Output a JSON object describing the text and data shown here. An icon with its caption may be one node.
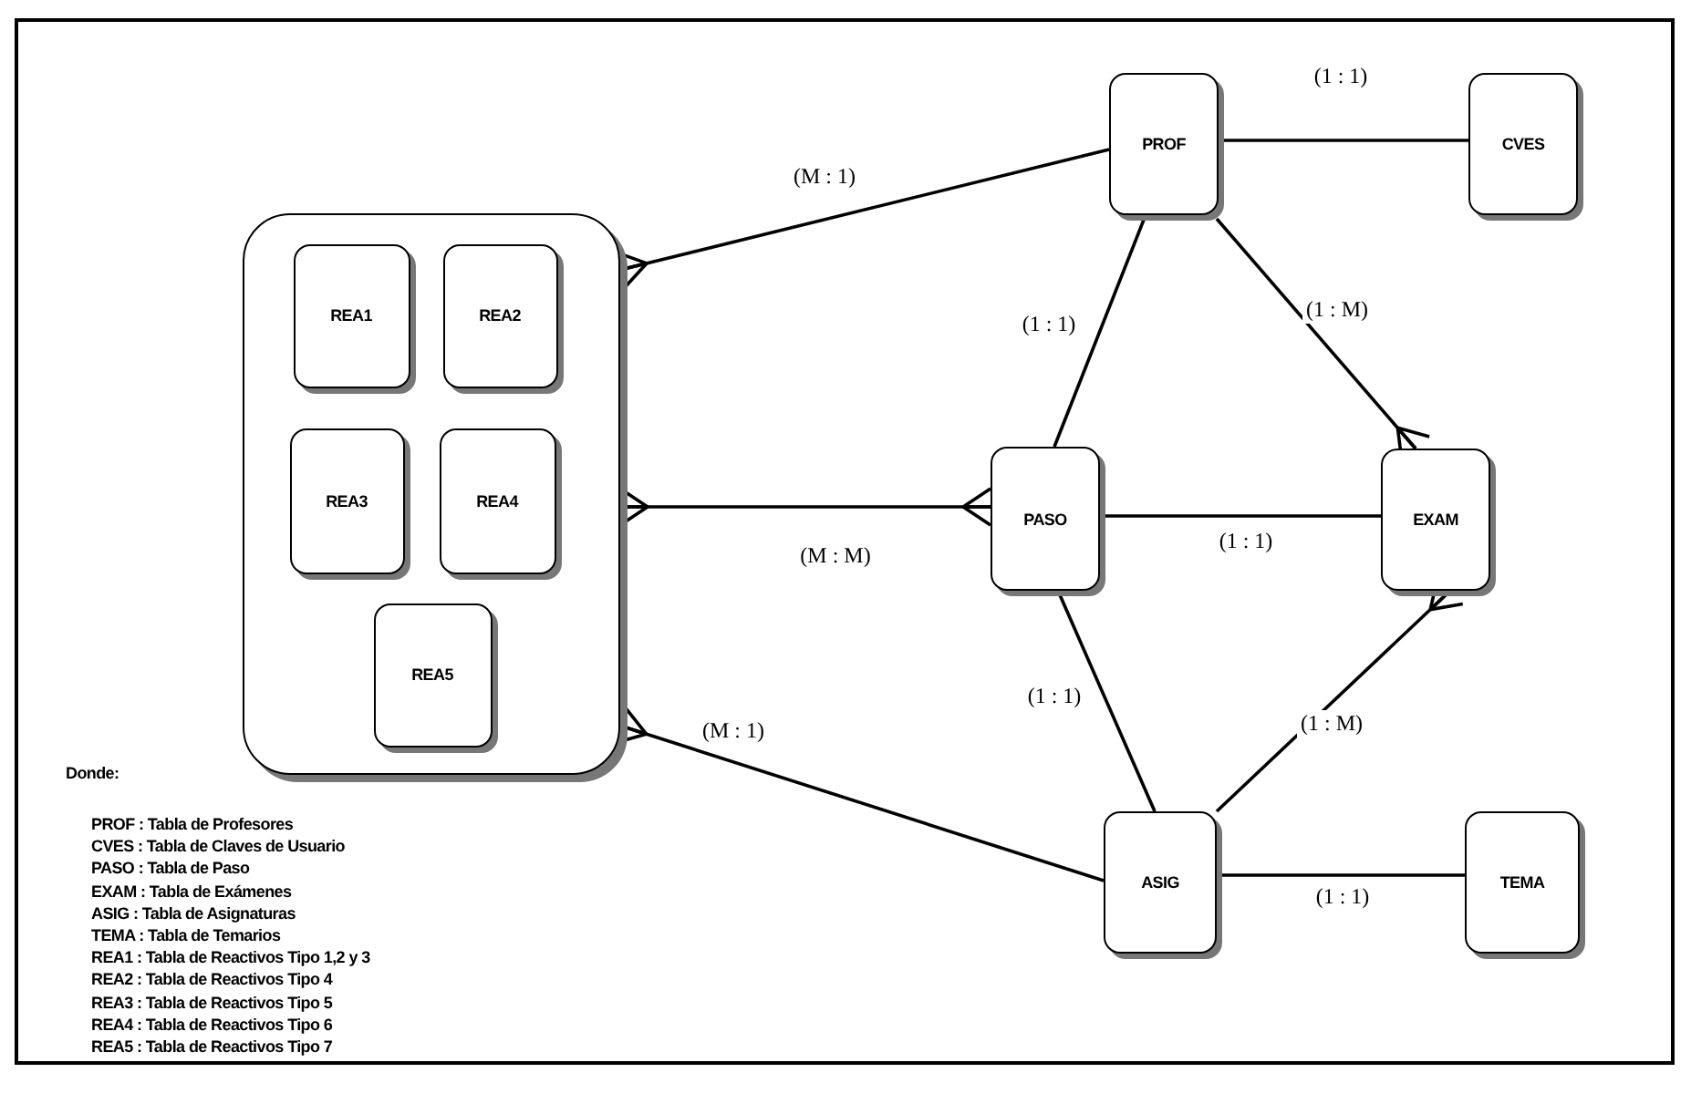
{
  "diagram": {
    "nodes": [
      {
        "text": [],
        "shape": "box"
      },
      {
        "text": [
          "REA1"
        ],
        "in": 0
      },
      {
        "text": [
          "REA2"
        ],
        "in": 0
      },
      {
        "text": [
          "REA3"
        ],
        "in": 0
      },
      {
        "text": [
          "REA4"
        ],
        "in": 0
      },
      {
        "text": [
          "REA5"
        ],
        "in": 0
      },
      {
        "text": [
          "PROF"
        ]
      },
      {
        "text": [
          "CVES"
        ]
      },
      {
        "text": [
          "PASO"
        ]
      },
      {
        "text": [
          "EXAM"
        ]
      },
      {
        "text": [
          "ASIG"
        ]
      },
      {
        "text": [
          "TEMA"
        ]
      }
    ],
    "edges": [
      {
        "from": 6,
        "to": 0,
        "arrow": "other",
        "label": "(M : 1)"
      },
      {
        "from": 0,
        "to": 8,
        "arrow": "other",
        "label": "(M : M)"
      },
      {
        "from": 10,
        "to": 0,
        "arrow": "other",
        "label": "(M : 1)"
      },
      {
        "from": 6,
        "to": 7,
        "arrow": "none",
        "label": "(1 : 1)"
      },
      {
        "from": 6,
        "to": 8,
        "arrow": "none",
        "label": "(1 : 1)"
      },
      {
        "from": 6,
        "to": 9,
        "arrow": "other",
        "label": "(1 : M)"
      },
      {
        "from": 8,
        "to": 9,
        "arrow": "none",
        "label": "(1 : 1)"
      },
      {
        "from": 8,
        "to": 10,
        "arrow": "none",
        "label": "(1 : 1)"
      },
      {
        "from": 10,
        "to": 9,
        "arrow": "other",
        "label": "(1 : M)"
      },
      {
        "from": 10,
        "to": 11,
        "arrow": "none",
        "label": "(1 : 1)"
      }
    ],
    "labels": [
      "Donde:",
      "PROF : Tabla de Profesores",
      "CVES : Tabla de Claves de Usuario",
      "PASO : Tabla de Paso",
      "EXAM : Tabla de Exámenes",
      "ASIG : Tabla de Asignaturas",
      "TEMA : Tabla de Temarios",
      "REA1 : Tabla de Reactivos Tipo 1,2 y 3",
      "REA2 : Tabla de Reactivos Tipo 4",
      "REA3 : Tabla de Reactivos Tipo 5",
      "REA4 : Tabla de Reactivos Tipo 6",
      "REA5 : Tabla de Reactivos Tipo 7"
    ]
  }
}
